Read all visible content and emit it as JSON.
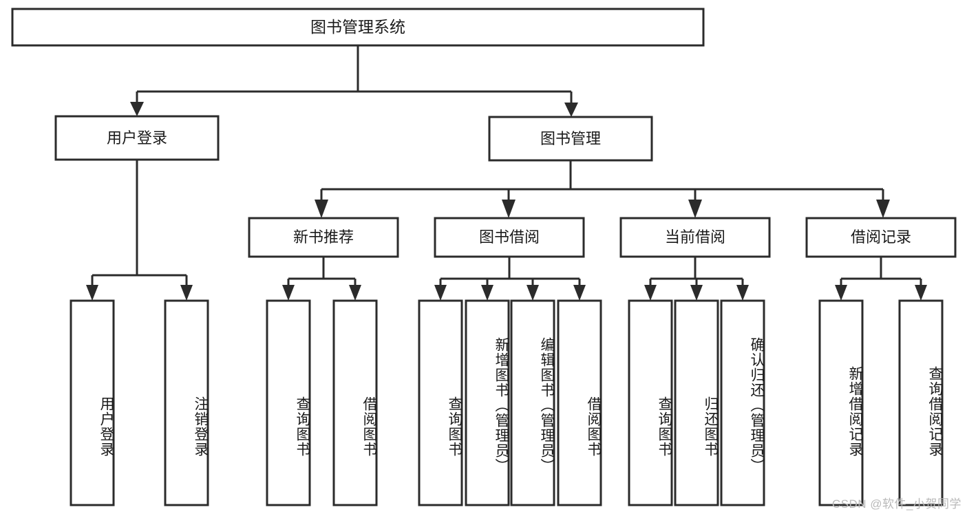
{
  "diagram": {
    "type": "tree-hierarchy",
    "title": "图书管理系统",
    "root": {
      "label": "图书管理系统"
    },
    "level1": [
      {
        "label": "用户登录"
      },
      {
        "label": "图书管理"
      }
    ],
    "level2": [
      {
        "label": "新书推荐"
      },
      {
        "label": "图书借阅"
      },
      {
        "label": "当前借阅"
      },
      {
        "label": "借阅记录"
      }
    ],
    "leaves": {
      "user_login": [
        {
          "label": "用户登录"
        },
        {
          "label": "注销登录"
        }
      ],
      "new_book_recommend": [
        {
          "label": "查询图书"
        },
        {
          "label": "借阅图书"
        }
      ],
      "book_borrow": [
        {
          "label": "查询图书"
        },
        {
          "label": "新增图书（管理员）"
        },
        {
          "label": "编辑图书（管理员）"
        },
        {
          "label": "借阅图书"
        }
      ],
      "current_borrow": [
        {
          "label": "查询图书"
        },
        {
          "label": "归还图书"
        },
        {
          "label": "确认归还（管理员）"
        }
      ],
      "borrow_record": [
        {
          "label": "新增借阅记录"
        },
        {
          "label": "查询借阅记录"
        }
      ]
    }
  },
  "watermark": {
    "text": "CSDN @软件_小贺同学"
  },
  "colors": {
    "stroke": "#2b2b2b",
    "fill": "#ffffff",
    "text": "#1a1a1a",
    "watermark": "#b9b9b9"
  }
}
